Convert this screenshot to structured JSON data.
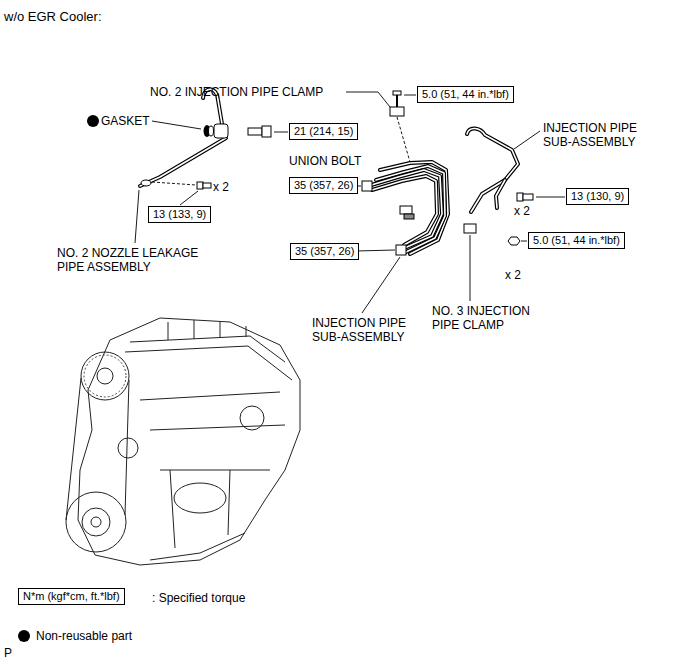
{
  "diagram": {
    "title": "w/o EGR Cooler:",
    "nodes": [
      {
        "text": [
          "5.0 (51, 44 in.*lbf)"
        ]
      },
      {
        "text": [
          "21 (214, 15)"
        ]
      },
      {
        "text": [
          "35 (357, 26)"
        ]
      },
      {
        "text": [
          "13 (130, 9)"
        ]
      },
      {
        "text": [
          "13 (133, 9)"
        ]
      },
      {
        "text": [
          "5.0 (51, 44 in.*lbf)"
        ]
      },
      {
        "text": [
          "35 (357, 26)"
        ]
      },
      {
        "text": [
          "N*m (kgf*cm, ft.*lbf)"
        ]
      }
    ],
    "labels": [
      "NO. 2 INJECTION PIPE CLAMP",
      "GASKET",
      "INJECTION PIPE SUB-ASSEMBLY",
      "UNION BOLT",
      "x 2",
      "x 2",
      "x 2",
      "NO. 2 NOZZLE LEAKAGE PIPE ASSEMBLY",
      "NO. 3 INJECTION PIPE CLAMP",
      "INJECTION PIPE SUB-ASSEMBLY",
      "P"
    ],
    "legend": [
      {
        "text": ": Specified torque"
      },
      {
        "text": "Non-reusable part"
      }
    ]
  }
}
